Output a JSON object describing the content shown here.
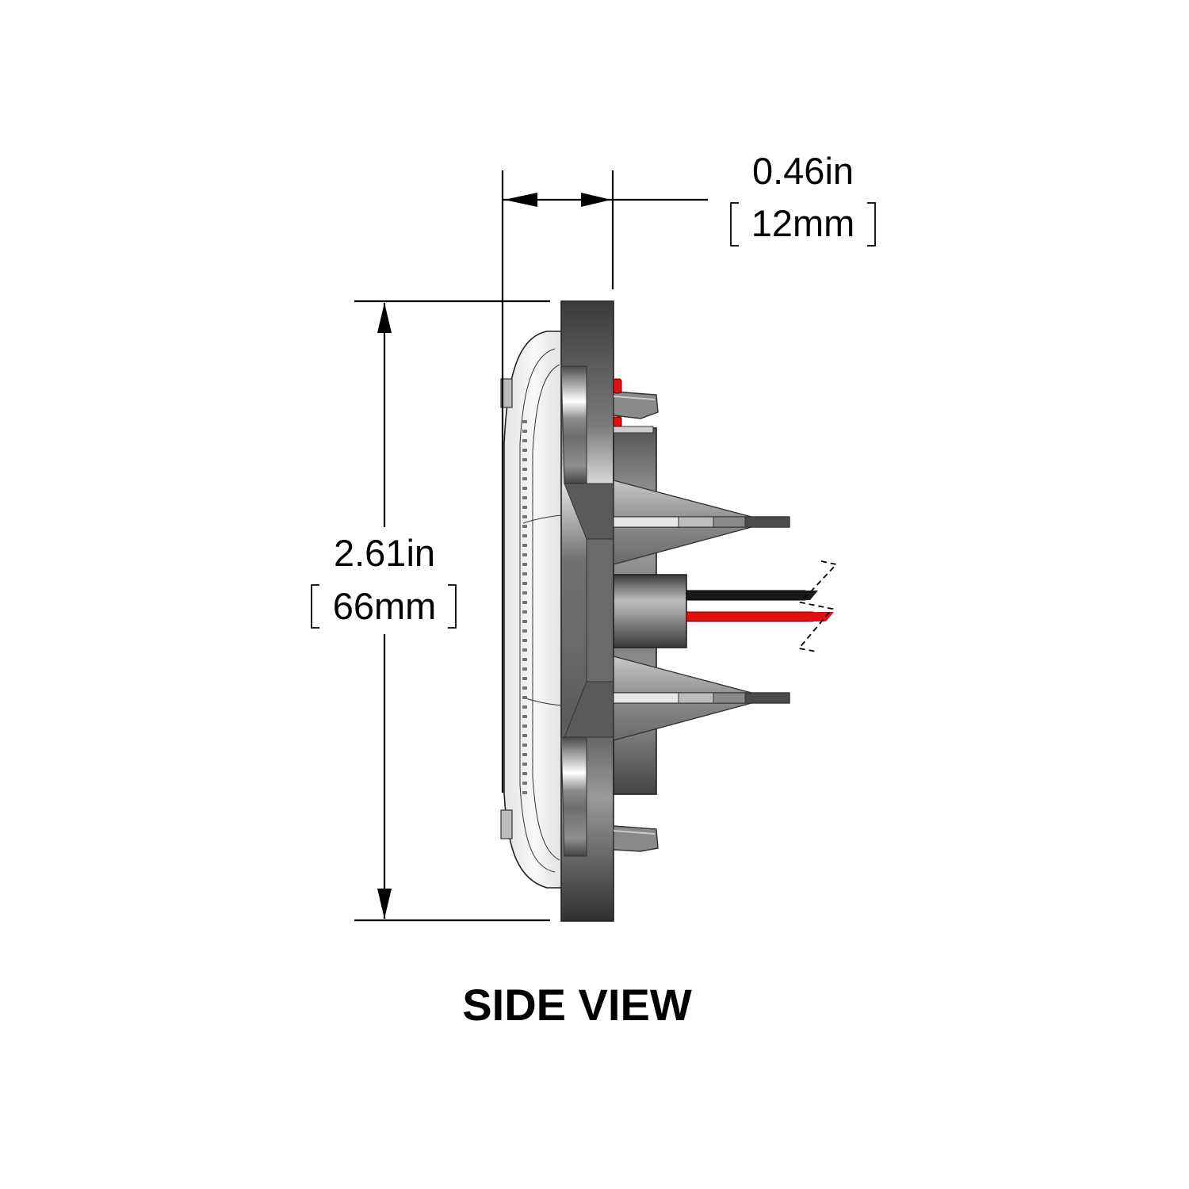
{
  "dimensions": {
    "depth": {
      "imperial": "0.46in",
      "metric": "12mm"
    },
    "height": {
      "imperial": "2.61in",
      "metric": "66mm"
    }
  },
  "view_label": "SIDE VIEW",
  "colors": {
    "housing_dark": "#3a3a3a",
    "housing_light": "#d8d8d8",
    "lens": "#efefef",
    "wire_black": "#1a1a1a",
    "wire_red": "#e01010"
  }
}
